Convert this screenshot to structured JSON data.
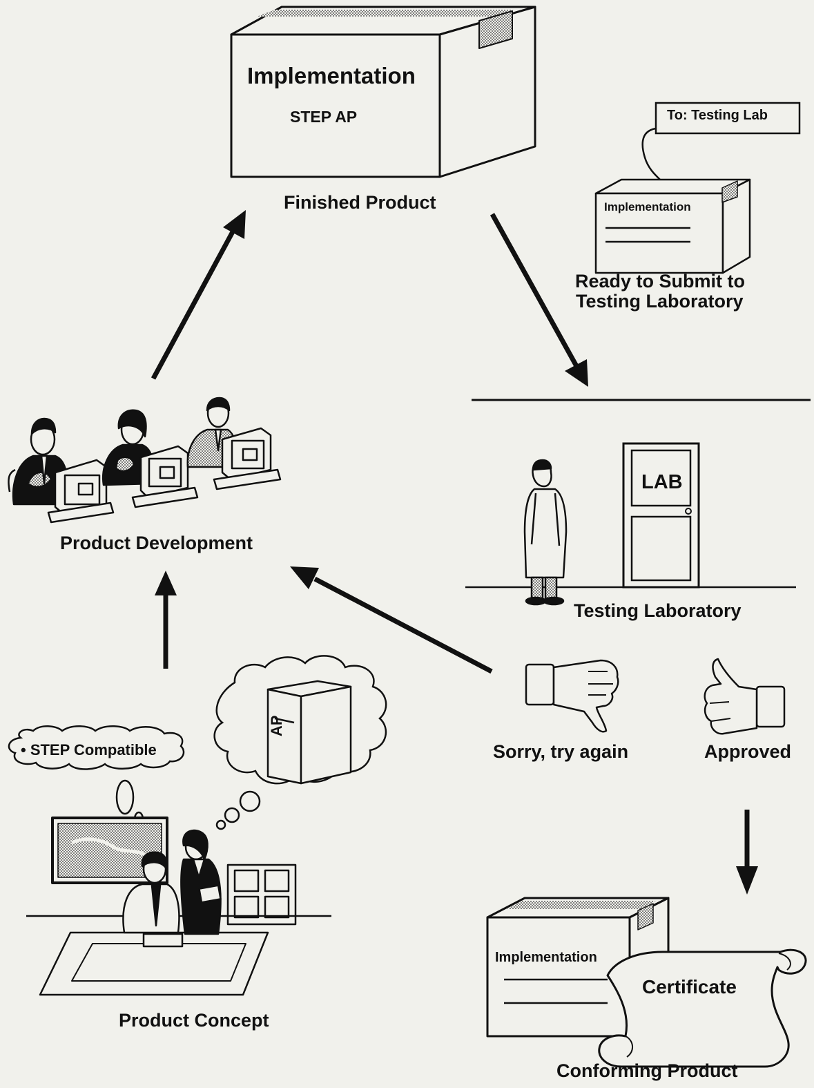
{
  "finished_product": {
    "box_title": "Implementation",
    "box_subtitle": "STEP AP",
    "caption": "Finished Product"
  },
  "ready_to_submit": {
    "tag_label": "To: Testing Lab",
    "box_label": "Implementation",
    "caption_line1": "Ready to Submit to",
    "caption_line2": "Testing Laboratory"
  },
  "product_development": {
    "caption": "Product Development"
  },
  "testing_laboratory": {
    "door_sign": "LAB",
    "caption": "Testing Laboratory"
  },
  "product_concept": {
    "speech_bubble": "• STEP Compatible",
    "book_label": "AP",
    "caption": "Product Concept"
  },
  "outcomes": {
    "rejected_label": "Sorry, try again",
    "approved_label": "Approved"
  },
  "conforming_product": {
    "box_label": "Implementation",
    "certificate_label": "Certificate",
    "caption": "Conforming Product"
  },
  "icons": [
    "box-icon",
    "people-at-computers-icon",
    "lab-door-icon",
    "lab-technician-icon",
    "thumbs-down-icon",
    "thumbs-up-icon",
    "book-icon",
    "certificate-scroll-icon",
    "meeting-people-icon"
  ]
}
